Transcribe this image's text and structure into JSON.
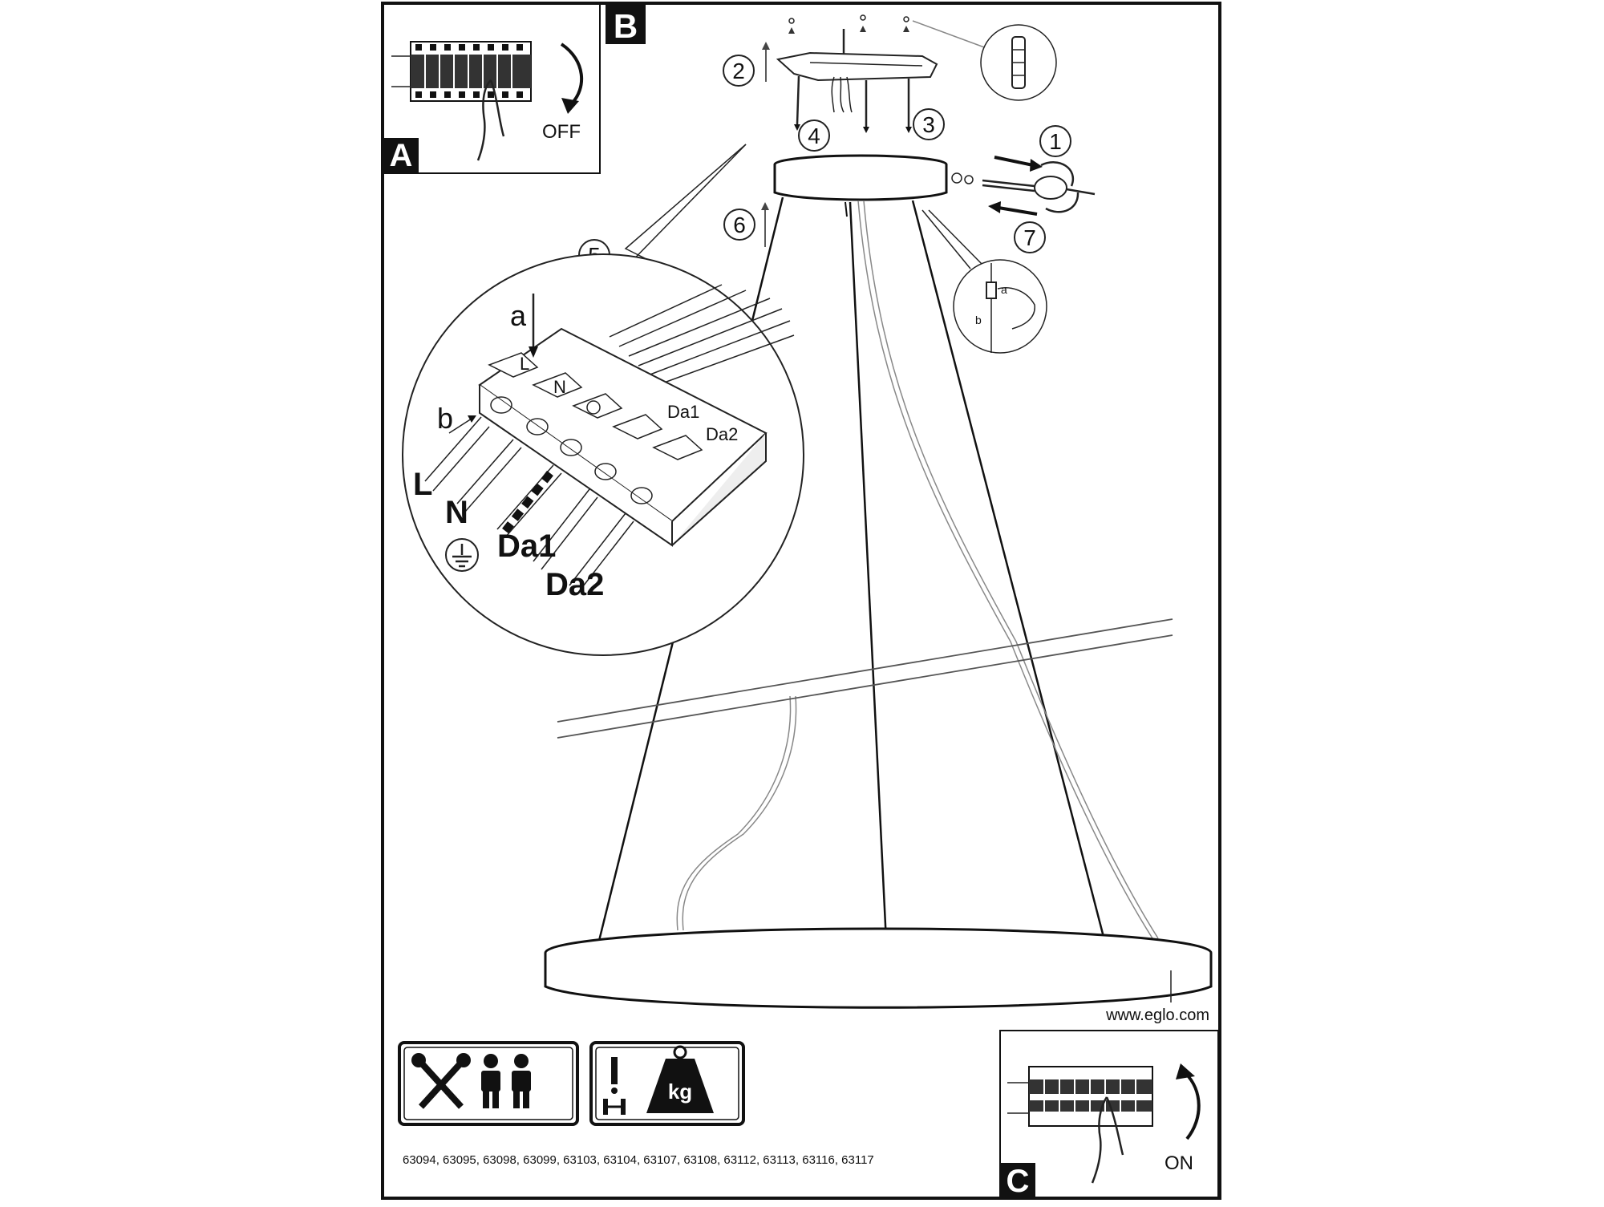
{
  "panels": {
    "a": {
      "letter": "A"
    },
    "b": {
      "letter": "B",
      "switch_label": "OFF"
    },
    "c": {
      "letter": "C",
      "switch_label": "ON"
    }
  },
  "steps": [
    "1",
    "2",
    "3",
    "4",
    "5",
    "6",
    "7"
  ],
  "detail": {
    "arrow_a": "a",
    "arrow_b": "b",
    "terminals": [
      "L",
      "N",
      "Da1",
      "Da2"
    ],
    "wires": [
      "L",
      "N",
      "Da1",
      "Da2"
    ]
  },
  "cable_detail": {
    "a": "a",
    "b": "b"
  },
  "website": "www.eglo.com",
  "icons": {
    "tools": "tools-icon",
    "installers": "two-installers-icon",
    "warning": "exclamation-icon",
    "dumbbell": "dumbbell-icon",
    "weight": {
      "name": "weight-icon",
      "label": "kg"
    }
  },
  "model_numbers": "63094, 63095, 63098, 63099, 63103, 63104, 63107, 63108, 63112, 63113, 63116, 63117",
  "colors": {
    "ink": "#111111",
    "background": "#ffffff"
  }
}
